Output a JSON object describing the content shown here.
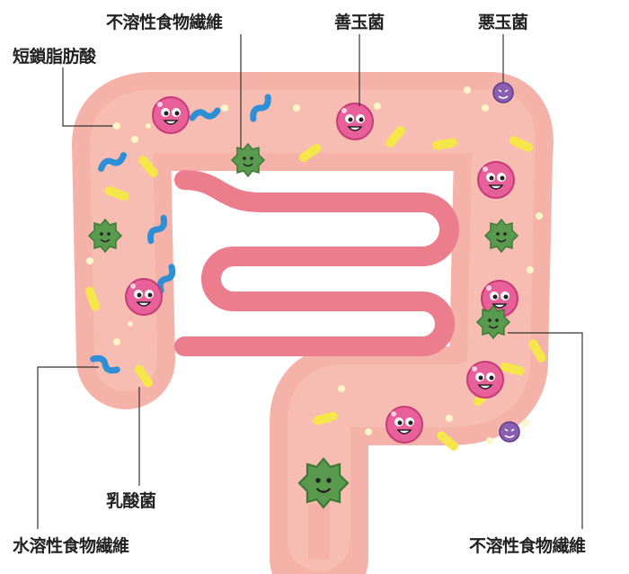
{
  "labels": {
    "insoluble_fiber_top": "不溶性食物繊維",
    "good_bacteria": "善玉菌",
    "bad_bacteria": "悪玉菌",
    "short_chain_fatty_acid": "短鎖脂肪酸",
    "lactic_acid_bacteria": "乳酸菌",
    "soluble_fiber": "水溶性食物繊維",
    "insoluble_fiber_bottom": "不溶性食物繊維"
  },
  "colors": {
    "large_intestine": "#f5b2a8",
    "large_intestine_highlight": "#f9c9c0",
    "small_intestine": "#ec7d8c",
    "good_bacteria": "#e8609a",
    "bad_bacteria": "#8a5fb0",
    "insoluble_fiber": "#5a9a4e",
    "lactic_acid_bacteria": "#f5e64a",
    "soluble_fiber": "#2f8fd6",
    "short_chain_fatty_acid": "#fff6c8"
  }
}
